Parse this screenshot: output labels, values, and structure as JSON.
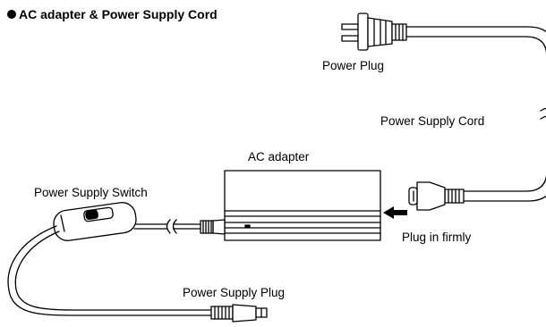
{
  "diagram": {
    "title": "AC adapter & Power Supply Cord",
    "labels": {
      "power_plug": "Power Plug",
      "power_supply_cord": "Power Supply Cord",
      "ac_adapter": "AC adapter",
      "power_supply_switch": "Power Supply Switch",
      "plug_in_firmly": "Plug in firmly",
      "power_supply_plug": "Power Supply Plug"
    },
    "icons": [
      "bullet-dot-icon",
      "arrow-left-icon"
    ],
    "colors": {
      "line": "#000000",
      "background": "#ffffff",
      "adapter_fill": "#ffffff"
    }
  }
}
